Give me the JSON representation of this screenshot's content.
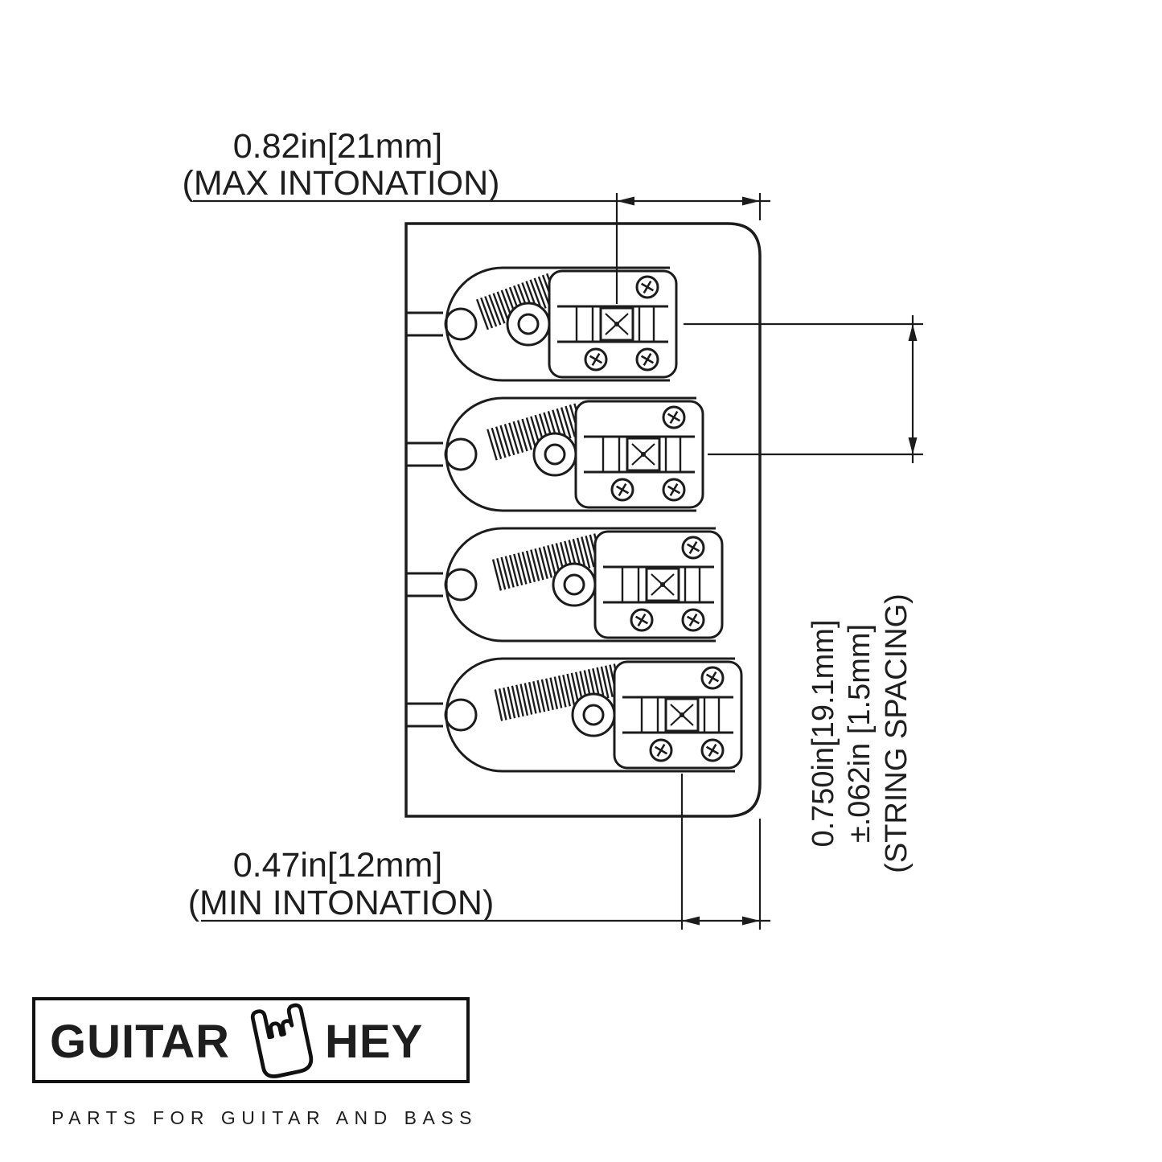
{
  "diagram": {
    "saddle_count": 4,
    "max_intonation": {
      "value": "0.82in[21mm]",
      "label": "(MAX INTONATION)"
    },
    "min_intonation": {
      "value": "0.47in[12mm]",
      "label": "(MIN INTONATION)"
    },
    "string_spacing": {
      "line1": "0.750in[19.1mm]",
      "line2": "±.062in [1.5mm]",
      "line3": "(STRING SPACING)"
    }
  },
  "logo": {
    "brand_left": "GUITAR",
    "brand_right": "HEY",
    "tagline": "PARTS FOR GUITAR AND BASS"
  },
  "colors": {
    "line": "#1c1c1c",
    "text": "#1e1e1e",
    "tagline": "#9b9b9b",
    "background": "#ffffff"
  }
}
